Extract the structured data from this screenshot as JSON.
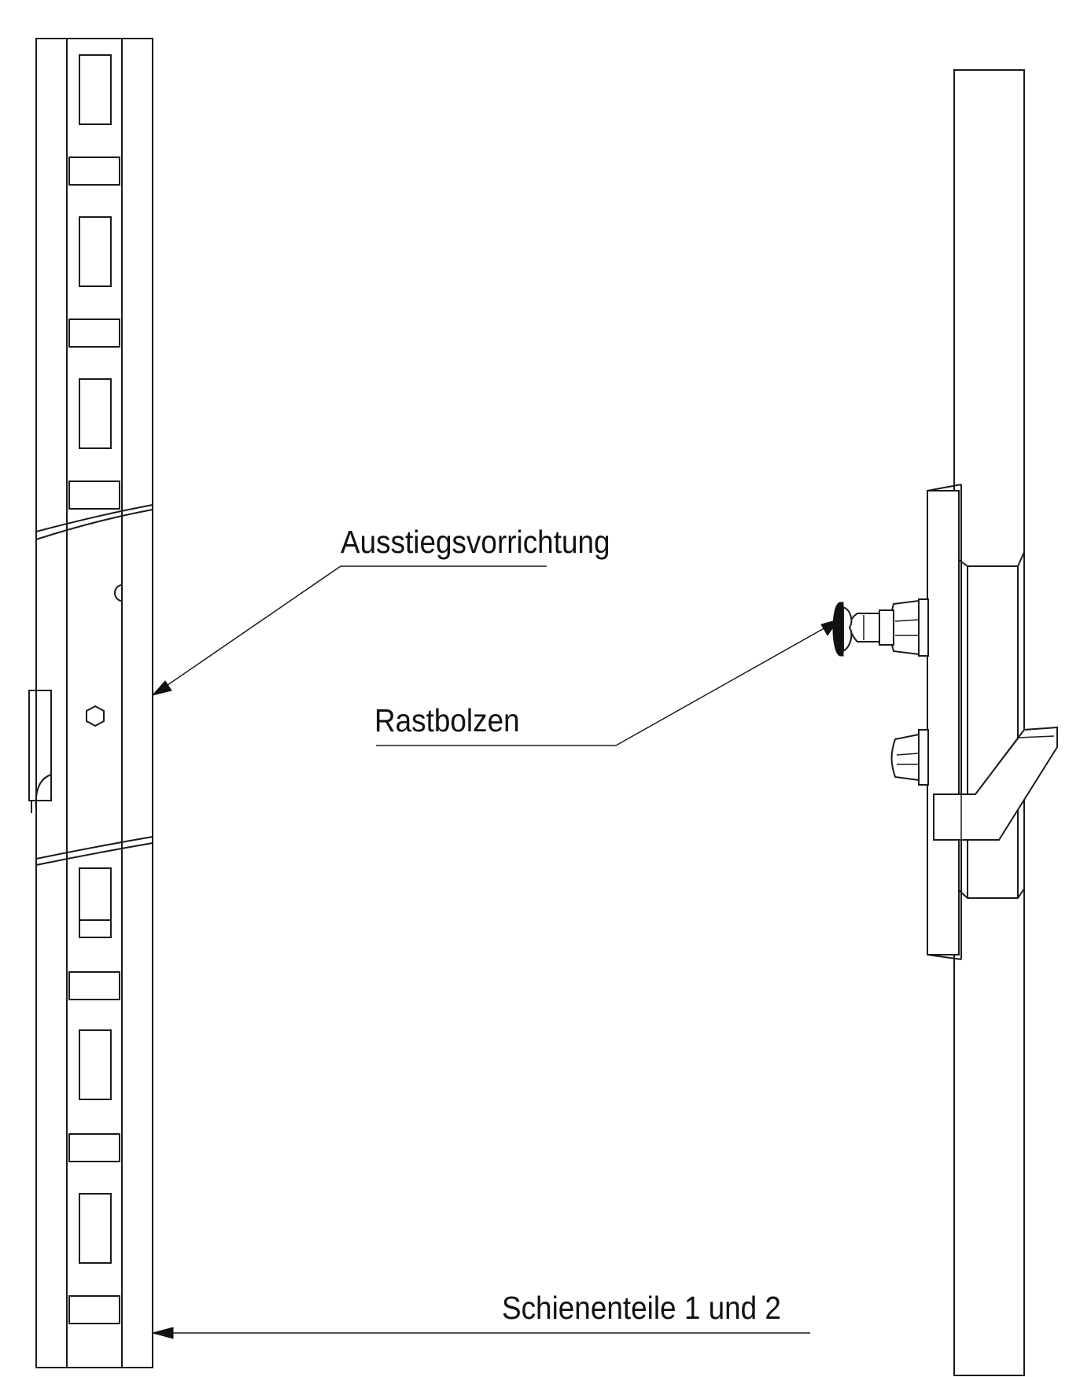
{
  "callouts": {
    "exit_device": "Ausstiegsvorrichtung",
    "locking_bolt": "Rastbolzen",
    "rail_parts": "Schienenteile 1 und 2"
  }
}
